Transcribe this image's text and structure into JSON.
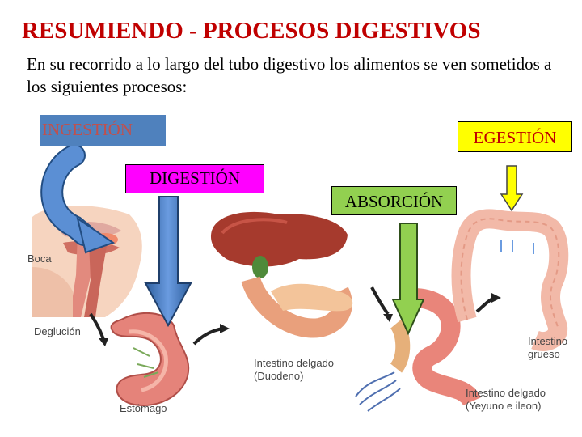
{
  "title": "RESUMIENDO - PROCESOS DIGESTIVOS",
  "intro": "En su recorrido a lo largo del tubo digestivo los alimentos se ven sometidos a los siguientes procesos:",
  "processes": {
    "ingestion": "INGESTIÓN",
    "digestion": "DIGESTIÓN",
    "absorcion": "ABSORCIÓN",
    "egestion": "EGESTIÓN"
  },
  "organs": {
    "boca": "Boca",
    "deglucion": "Deglución",
    "estomago": "Estómago",
    "duodeno_1": "Intestino delgado",
    "duodeno_2": "(Duodeno)",
    "grueso_1": "Intestino",
    "grueso_2": "grueso",
    "yeyuno_1": "Intestino delgado",
    "yeyuno_2": "(Yeyuno e ileon)"
  },
  "colors": {
    "title": "#c00000",
    "ingestion_box": "#4f81bd",
    "digestion_box": "#ff00ff",
    "absorcion_box": "#92d050",
    "egestion_box": "#ffff00"
  }
}
